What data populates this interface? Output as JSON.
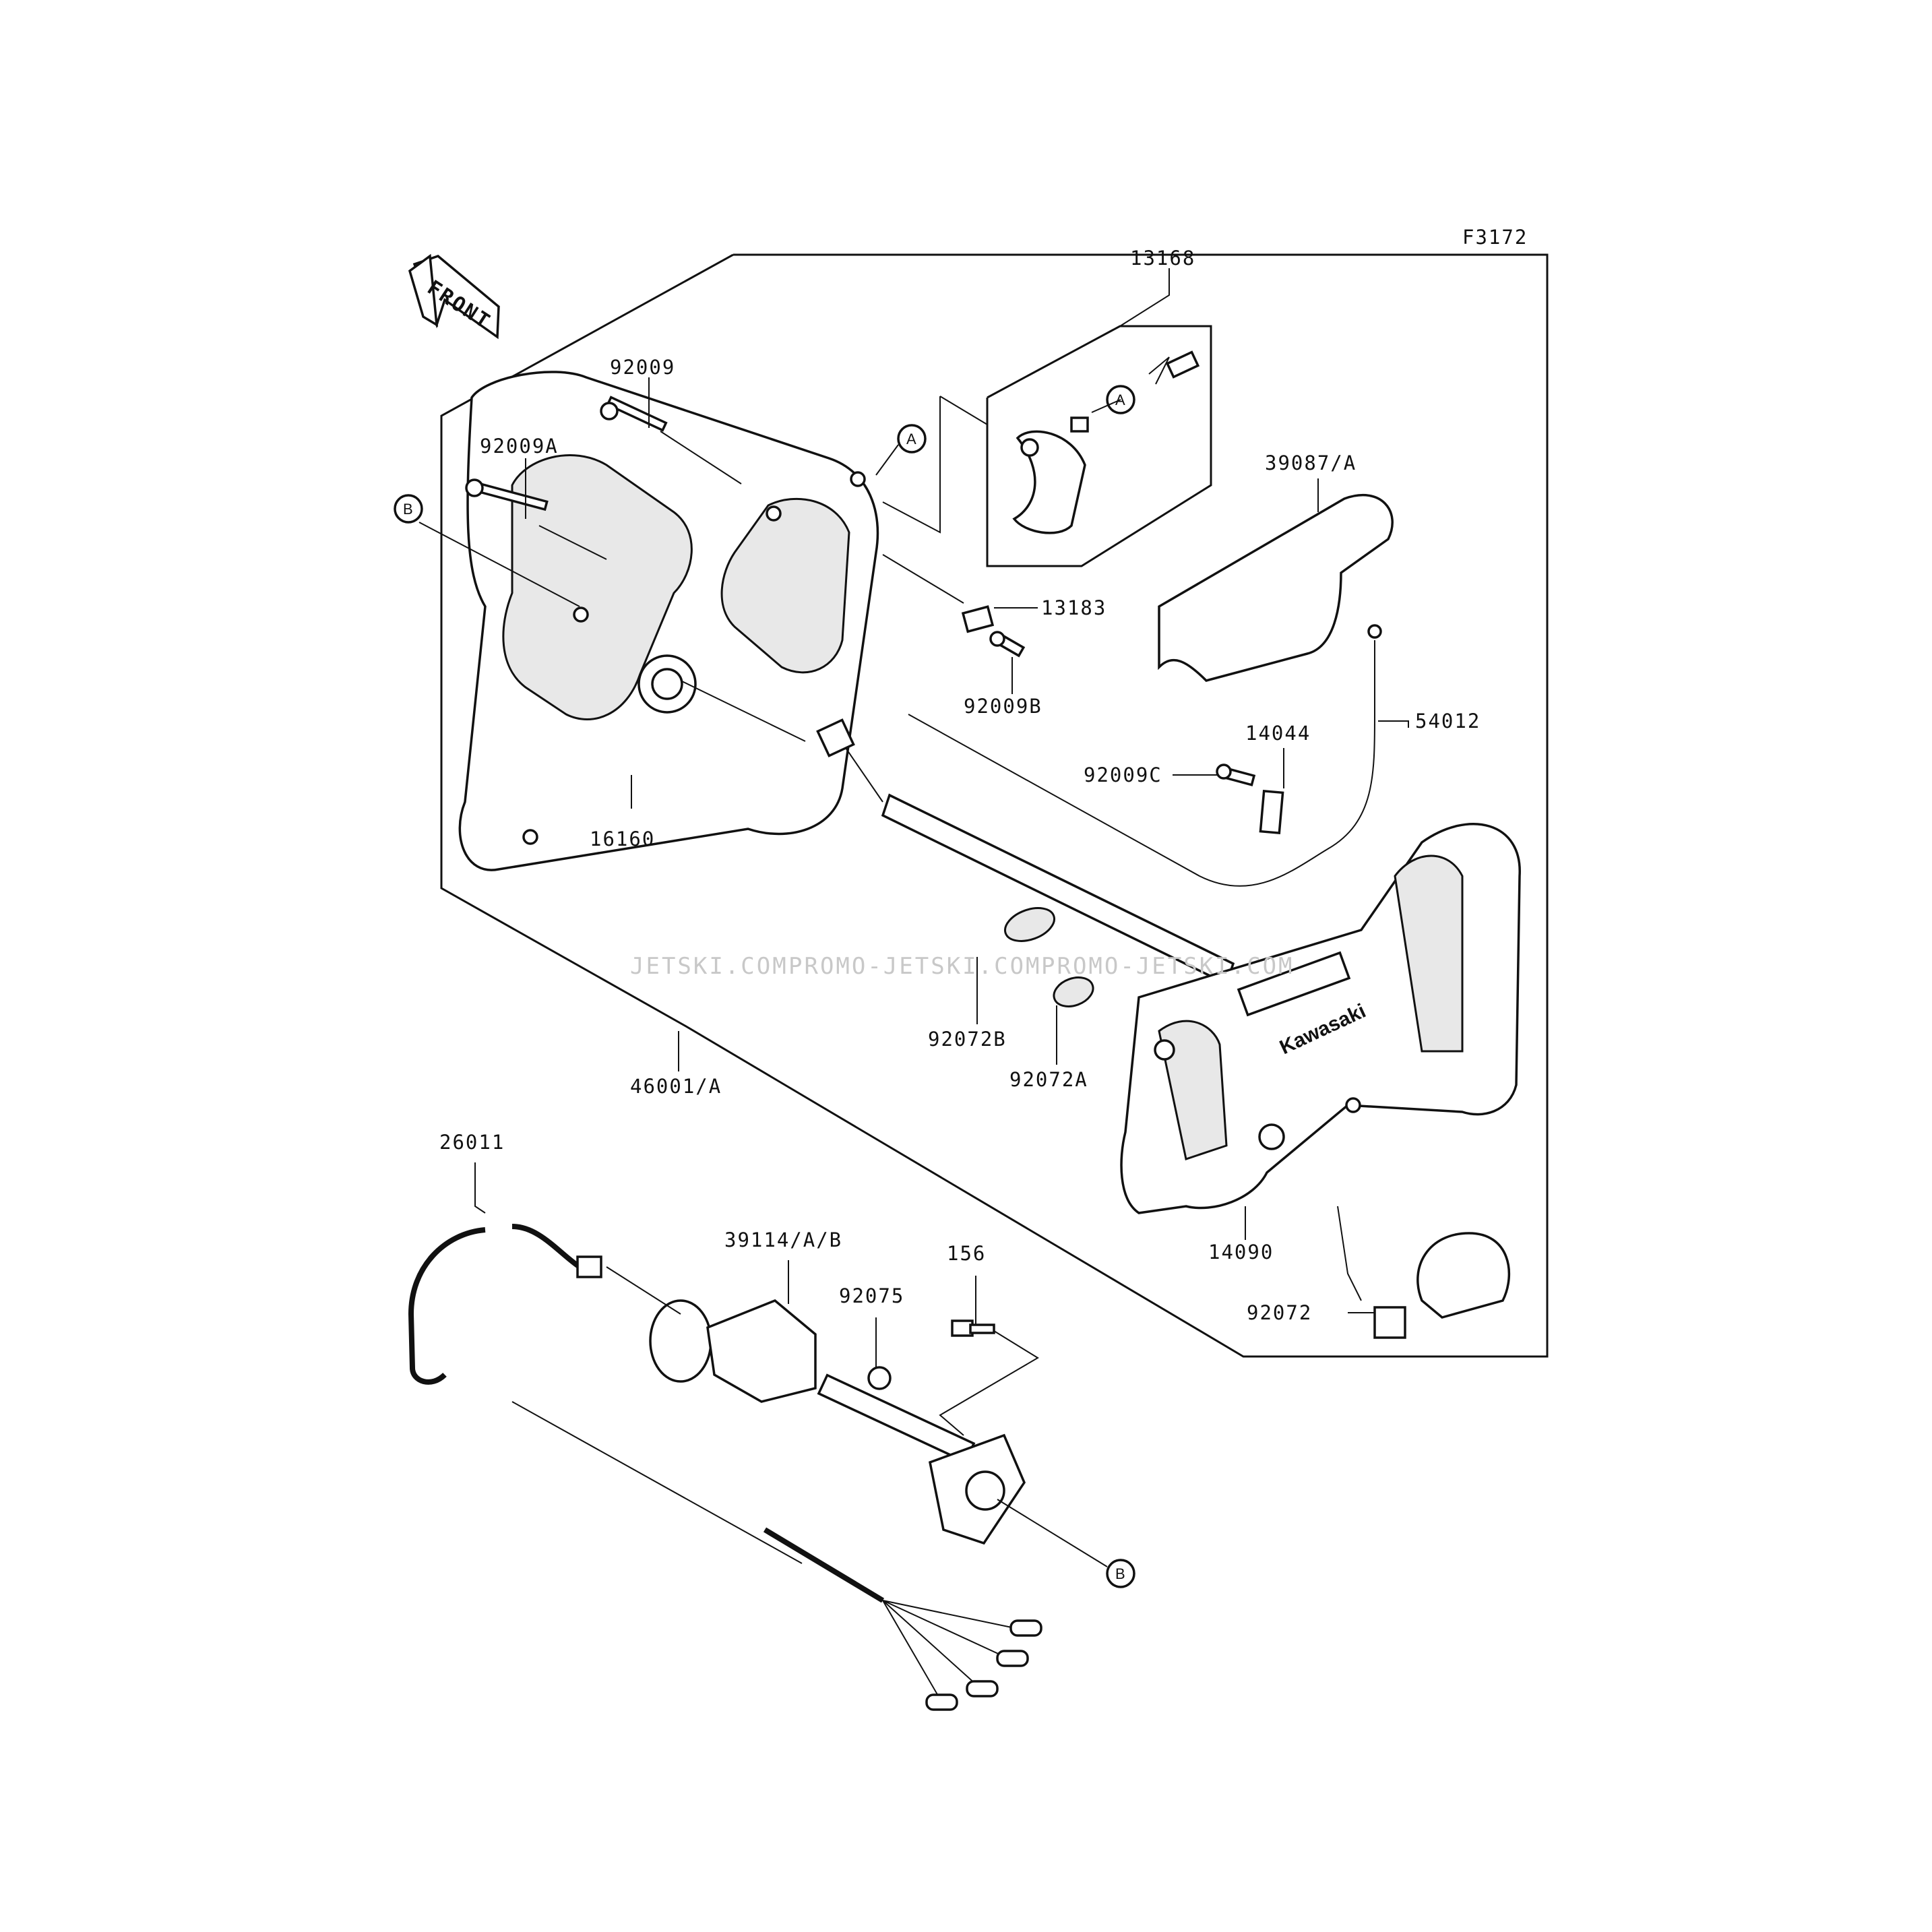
{
  "figure_code": "F3172",
  "front_arrow": "FRONT",
  "brand_text": "Kawasaki",
  "watermarks": [
    "JETSKI.COM",
    "PROMO-JETSKI.COM",
    "PROMO-JETSKI.COM"
  ],
  "callouts": {
    "A": "A",
    "B": "B"
  },
  "parts": {
    "p13168": "13168",
    "p92009": "92009",
    "p92009A": "92009A",
    "p39087A": "39087/A",
    "p13183": "13183",
    "p92009B": "92009B",
    "p54012": "54012",
    "p14044": "14044",
    "p92009C": "92009C",
    "p16160": "16160",
    "p92072B": "92072B",
    "p92072A": "92072A",
    "p46001A": "46001/A",
    "p26011": "26011",
    "p39114AB": "39114/A/B",
    "p156": "156",
    "p92075": "92075",
    "p14090": "14090",
    "p92072": "92072"
  }
}
